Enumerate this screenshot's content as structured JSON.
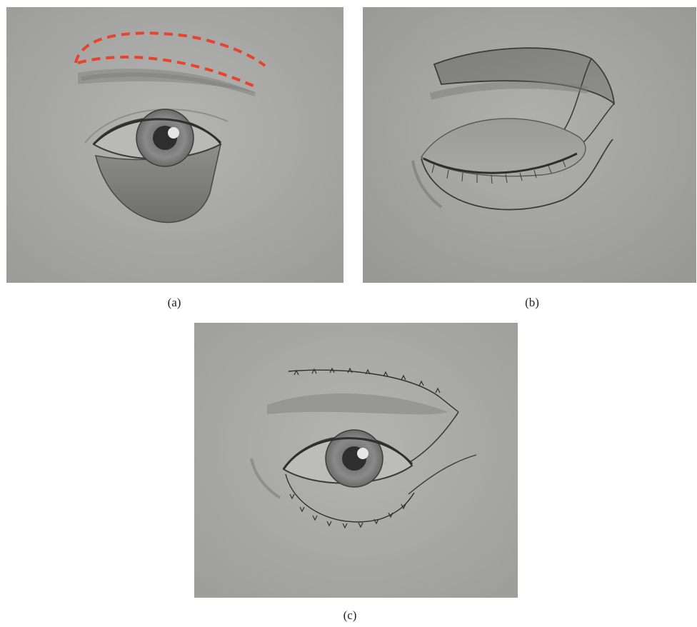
{
  "figure": {
    "panels": [
      {
        "id": "a",
        "label": "(a)",
        "content_icon": "eye-open-with-incision-markings-icon"
      },
      {
        "id": "b",
        "label": "(b)",
        "content_icon": "eye-closed-with-skin-flap-icon"
      },
      {
        "id": "c",
        "label": "(c)",
        "content_icon": "eye-open-with-sutured-flap-icon"
      }
    ],
    "colors": {
      "paper": "#a7a7a5",
      "pencil": "#3c3c3c",
      "incision_marking": "#e8432c"
    }
  }
}
